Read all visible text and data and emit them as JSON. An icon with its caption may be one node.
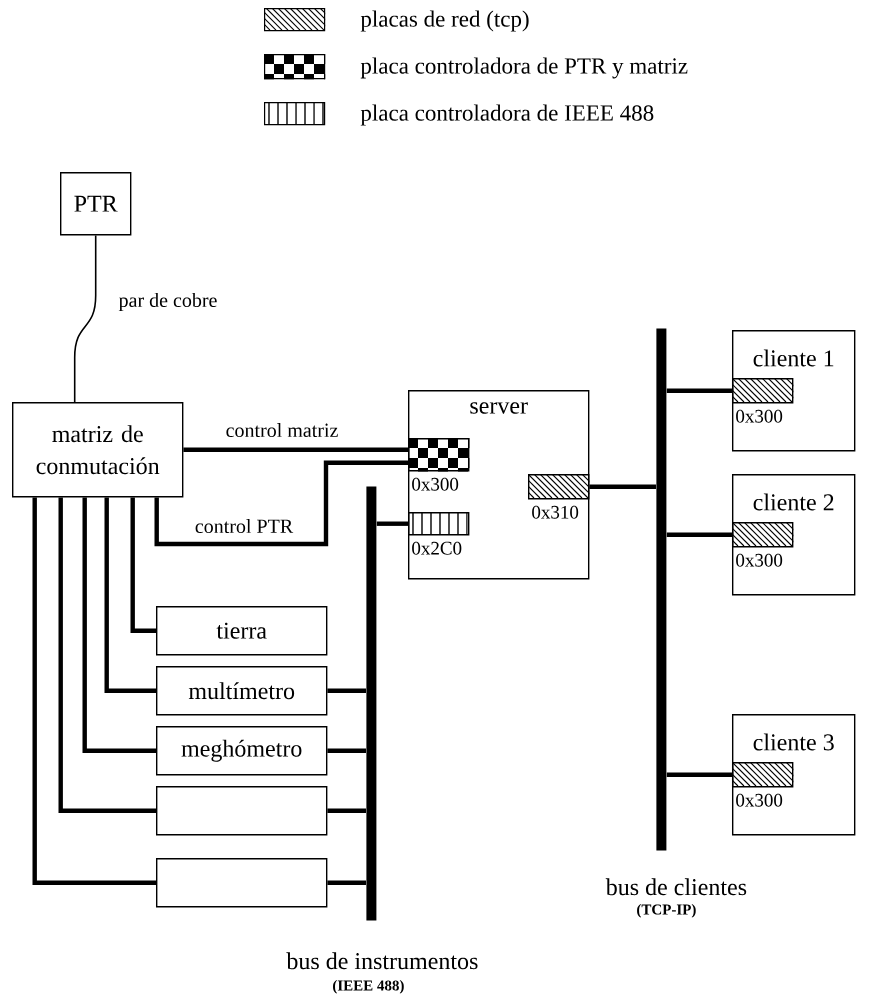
{
  "diagram": {
    "nodes": [
      {
        "text": [
          "PTR"
        ]
      },
      {
        "text": [
          "matriz de conmutación"
        ]
      },
      {
        "text": [
          "server"
        ]
      },
      {
        "text": [],
        "shape": "box",
        "beside": [
          "0x300"
        ],
        "in": 2
      },
      {
        "text": [],
        "shape": "box",
        "beside": [
          "0x2C0"
        ],
        "in": 2
      },
      {
        "text": [],
        "shape": "box",
        "beside": [
          "0x310"
        ],
        "in": 2
      },
      {
        "text": [
          "cliente 1"
        ]
      },
      {
        "text": [],
        "shape": "box",
        "beside": [
          "0x300"
        ],
        "in": 6
      },
      {
        "text": [
          "cliente 2"
        ]
      },
      {
        "text": [],
        "shape": "box",
        "beside": [
          "0x300"
        ],
        "in": 8
      },
      {
        "text": [
          "cliente 3"
        ]
      },
      {
        "text": [],
        "shape": "box",
        "beside": [
          "0x300"
        ],
        "in": 10
      },
      {
        "text": [
          "tierra"
        ]
      },
      {
        "text": [
          "multímetro"
        ]
      },
      {
        "text": [
          "meghómetro"
        ]
      },
      {
        "text": [],
        "shape": "box"
      },
      {
        "text": [],
        "shape": "box"
      },
      {
        "text": [],
        "shape": "bar",
        "beside": [
          "bus de instrumentos",
          "(IEEE 488)"
        ]
      },
      {
        "text": [],
        "shape": "bar",
        "beside": [
          "bus de clientes",
          "(TCP-IP)"
        ]
      }
    ],
    "edges": [
      {
        "from": 0,
        "to": 1,
        "arrow": "none",
        "label": "par de cobre"
      },
      {
        "from": 1,
        "to": 3,
        "arrow": "none",
        "label": "control matriz"
      },
      {
        "from": 1,
        "to": 3,
        "arrow": "none",
        "label": "control PTR"
      },
      {
        "from": 1,
        "to": 12,
        "arrow": "none"
      },
      {
        "from": 1,
        "to": 13,
        "arrow": "none"
      },
      {
        "from": 1,
        "to": 14,
        "arrow": "none"
      },
      {
        "from": 1,
        "to": 15,
        "arrow": "none"
      },
      {
        "from": 1,
        "to": 16,
        "arrow": "none"
      },
      {
        "from": 13,
        "to": 17,
        "arrow": "none"
      },
      {
        "from": 14,
        "to": 17,
        "arrow": "none"
      },
      {
        "from": 15,
        "to": 17,
        "arrow": "none"
      },
      {
        "from": 16,
        "to": 17,
        "arrow": "none"
      },
      {
        "from": 17,
        "to": 4,
        "arrow": "none"
      },
      {
        "from": 5,
        "to": 18,
        "arrow": "none"
      },
      {
        "from": 18,
        "to": 7,
        "arrow": "none"
      },
      {
        "from": 18,
        "to": 9,
        "arrow": "none"
      },
      {
        "from": 18,
        "to": 11,
        "arrow": "none"
      }
    ],
    "legend": [
      {
        "text": "placas de red (tcp)"
      },
      {
        "text": "placa controladora de PTR y matriz"
      },
      {
        "text": "placa controladora de IEEE 488"
      }
    ]
  }
}
